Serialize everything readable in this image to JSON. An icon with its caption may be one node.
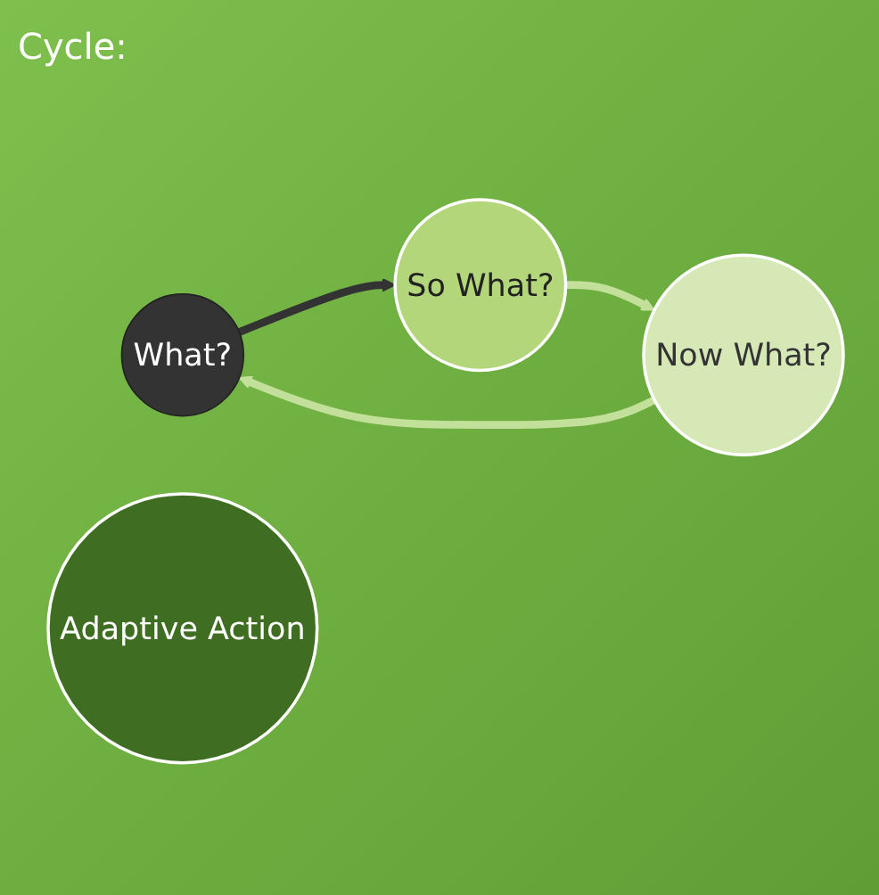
{
  "diagram": {
    "nodes": [
      {
        "text": [
          "What?"
        ]
      },
      {
        "text": [
          "So What?"
        ]
      },
      {
        "text": [
          "Now What?"
        ]
      },
      {
        "text": [
          "Adaptive Action"
        ]
      }
    ],
    "edges": [
      {
        "from": 0,
        "to": 1,
        "arrow": "to",
        "color": "#333333"
      },
      {
        "from": 1,
        "to": 2,
        "arrow": "to"
      },
      {
        "from": 2,
        "to": 0,
        "arrow": "to"
      }
    ],
    "labels": [
      "Cycle:"
    ]
  }
}
